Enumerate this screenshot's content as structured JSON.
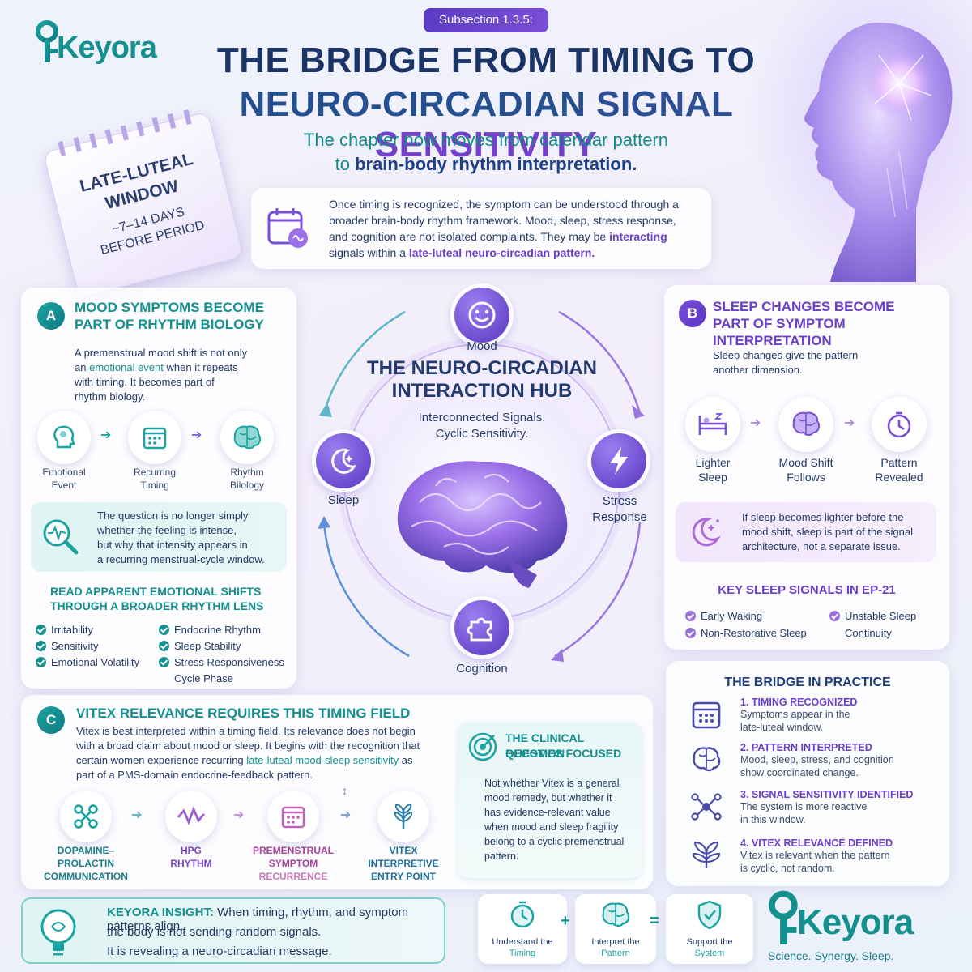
{
  "brand": {
    "logo_text": "Keyora",
    "tagline": "Science. Synergy. Sleep."
  },
  "header": {
    "subsection": "Subsection 1.3.5:",
    "title_line1": "THE BRIDGE FROM TIMING TO",
    "title_line2_a": "NEURO-CIRCADIAN",
    "title_line2_b": "SIGNAL",
    "title_line2_c": "SENSITIVITY",
    "subtitle_line1": "The chapter now moves from calendar pattern",
    "subtitle_line2_a": "to",
    "subtitle_line2_b": "brain-body rhythm interpretation."
  },
  "calendar": {
    "line1": "LATE-LUTEAL",
    "line2": "WINDOW",
    "line3": "~7–14 DAYS",
    "line4": "BEFORE PERIOD"
  },
  "intro": {
    "line1": "Once timing is recognized, the symptom can be understood through a",
    "line2": "broader brain-body rhythm framework. Mood, sleep, stress response,",
    "line3_a": "and cognition are not isolated complaints. They may be",
    "line3_b": "interacting",
    "line4_a": "signals within a",
    "line4_b": "late-luteal neuro-circadian pattern."
  },
  "section_a": {
    "letter": "A",
    "title_line1": "MOOD SYMPTOMS BECOME",
    "title_line2": "PART OF RHYTHM BIOLOGY",
    "body_line1": "A premenstrual mood shift is not only",
    "body_line2_a": "an",
    "body_line2_b": "emotional event",
    "body_line2_c": "when it repeats",
    "body_line3": "with timing. It becomes part of",
    "body_line4": "rhythm biology.",
    "flow": [
      {
        "line1": "Emotional",
        "line2": "Event"
      },
      {
        "line1": "Recurring",
        "line2": "Timing"
      },
      {
        "line1": "Rhythm",
        "line2": "Bilology"
      }
    ],
    "question_line1": "The question is no longer simply",
    "question_line2": "whether the feeling is intense,",
    "question_line3": "but why that intensity appears in",
    "question_line4": "a recurring menstrual-cycle window.",
    "lens_title_line1": "READ APPARENT EMOTIONAL SHIFTS",
    "lens_title_line2": "THROUGH A BROADER RHYTHM LENS",
    "left_checks": [
      "Irritability",
      "Sensitivity",
      "Emotional Volatility"
    ],
    "right_checks": [
      "Endocrine Rhythm",
      "Sleep Stability",
      "Stress Responsiveness",
      "Cycle Phase"
    ]
  },
  "hub": {
    "title_line1": "THE NEURO-CIRCADIAN",
    "title_line2": "INTERACTION HUB",
    "sub_line1": "Interconnected Signals.",
    "sub_line2": "Cyclic Sensitivity.",
    "mood": "Mood",
    "sleep": "Sleep",
    "stress_line1": "Stress",
    "stress_line2": "Response",
    "cognition": "Cognition"
  },
  "section_b": {
    "letter": "B",
    "title_line1": "SLEEP CHANGES BECOME",
    "title_line2": "PART OF SYMPTOM INTERPRETATION",
    "body_line1": "Sleep changes give the pattern",
    "body_line2": "another dimension.",
    "flow": [
      {
        "line1": "Lighter",
        "line2": "Sleep"
      },
      {
        "line1": "Mood Shift",
        "line2": "Follows"
      },
      {
        "line1": "Pattern",
        "line2": "Revealed"
      }
    ],
    "note_line1": "If sleep becomes lighter before the",
    "note_line2": "mood shift, sleep is part of the signal",
    "note_line3": "architecture, not a separate issue.",
    "signals_title": "KEY SLEEP SIGNALS IN EP-21",
    "signals_left": [
      "Early Waking",
      "Non-Restorative Sleep"
    ],
    "signals_right_line1": "Unstable Sleep",
    "signals_right_line2": "Continuity"
  },
  "section_c": {
    "letter": "C",
    "title": "VITEX RELEVANCE REQUIRES THIS TIMING FIELD",
    "body_line1": "Vitex is best interpreted within a timing field. Its relevance does not begin",
    "body_line2": "with a broad claim about mood or sleep. It begins with the recognition that",
    "body_line3_a": "certain women experience recurring",
    "body_line3_b": "late-luteal mood-sleep sensitivity",
    "body_line3_c": "as",
    "body_line4": "part of a PMS-domain endocrine-feedback pattern.",
    "flow": [
      {
        "line1": "DOPAMINE–",
        "line2": "PROLACTIN",
        "line3": "COMMUNICATION"
      },
      {
        "line1": "HPG",
        "line2": "RHYTHM",
        "line3": ""
      },
      {
        "line1": "PREMENSTRUAL",
        "line2": "SYMPTOM",
        "line3": "RECURRENCE"
      },
      {
        "line1": "VITEX",
        "line2": "INTERPRETIVE",
        "line3": "ENTRY POINT"
      }
    ]
  },
  "clinical": {
    "title_line1": "THE CLINICAL QUESTION",
    "title_line2": "BECOMES FOCUSED",
    "lines": [
      "Not whether Vitex is a general",
      "mood remedy, but whether it",
      "has evidence-relevant value",
      "when mood and sleep fragility",
      "belong to a cyclic premenstrual",
      "pattern."
    ]
  },
  "bridge": {
    "title": "THE BRIDGE IN PRACTICE",
    "steps": [
      {
        "title": "1. TIMING RECOGNIZED",
        "line1": "Symptoms appear in the",
        "line2": "late-luteal window."
      },
      {
        "title": "2. PATTERN INTERPRETED",
        "line1": "Mood, sleep, stress, and cognition",
        "line2": "show coordinated change."
      },
      {
        "title": "3. SIGNAL SENSITIVITY IDENTIFIED",
        "line1": "The system is more reactive",
        "line2": "in this window."
      },
      {
        "title": "4. VITEX RELEVANCE DEFINED",
        "line1": "Vitex is relevant when the pattern",
        "line2": "is cyclic, not random."
      }
    ]
  },
  "insight": {
    "label": "KEYORA INSIGHT:",
    "line1": "When timing, rhythm, and symptom patterns align,",
    "line2": "the body is not sending random signals.",
    "line3": "It is revealing a neuro-circadian message."
  },
  "equation": {
    "plus": "+",
    "equals": "=",
    "items": [
      {
        "line1": "Understand the",
        "line2": "Timing"
      },
      {
        "line1": "Interpret the",
        "line2": "Pattern"
      },
      {
        "line1": "Support the",
        "line2": "System"
      }
    ]
  }
}
